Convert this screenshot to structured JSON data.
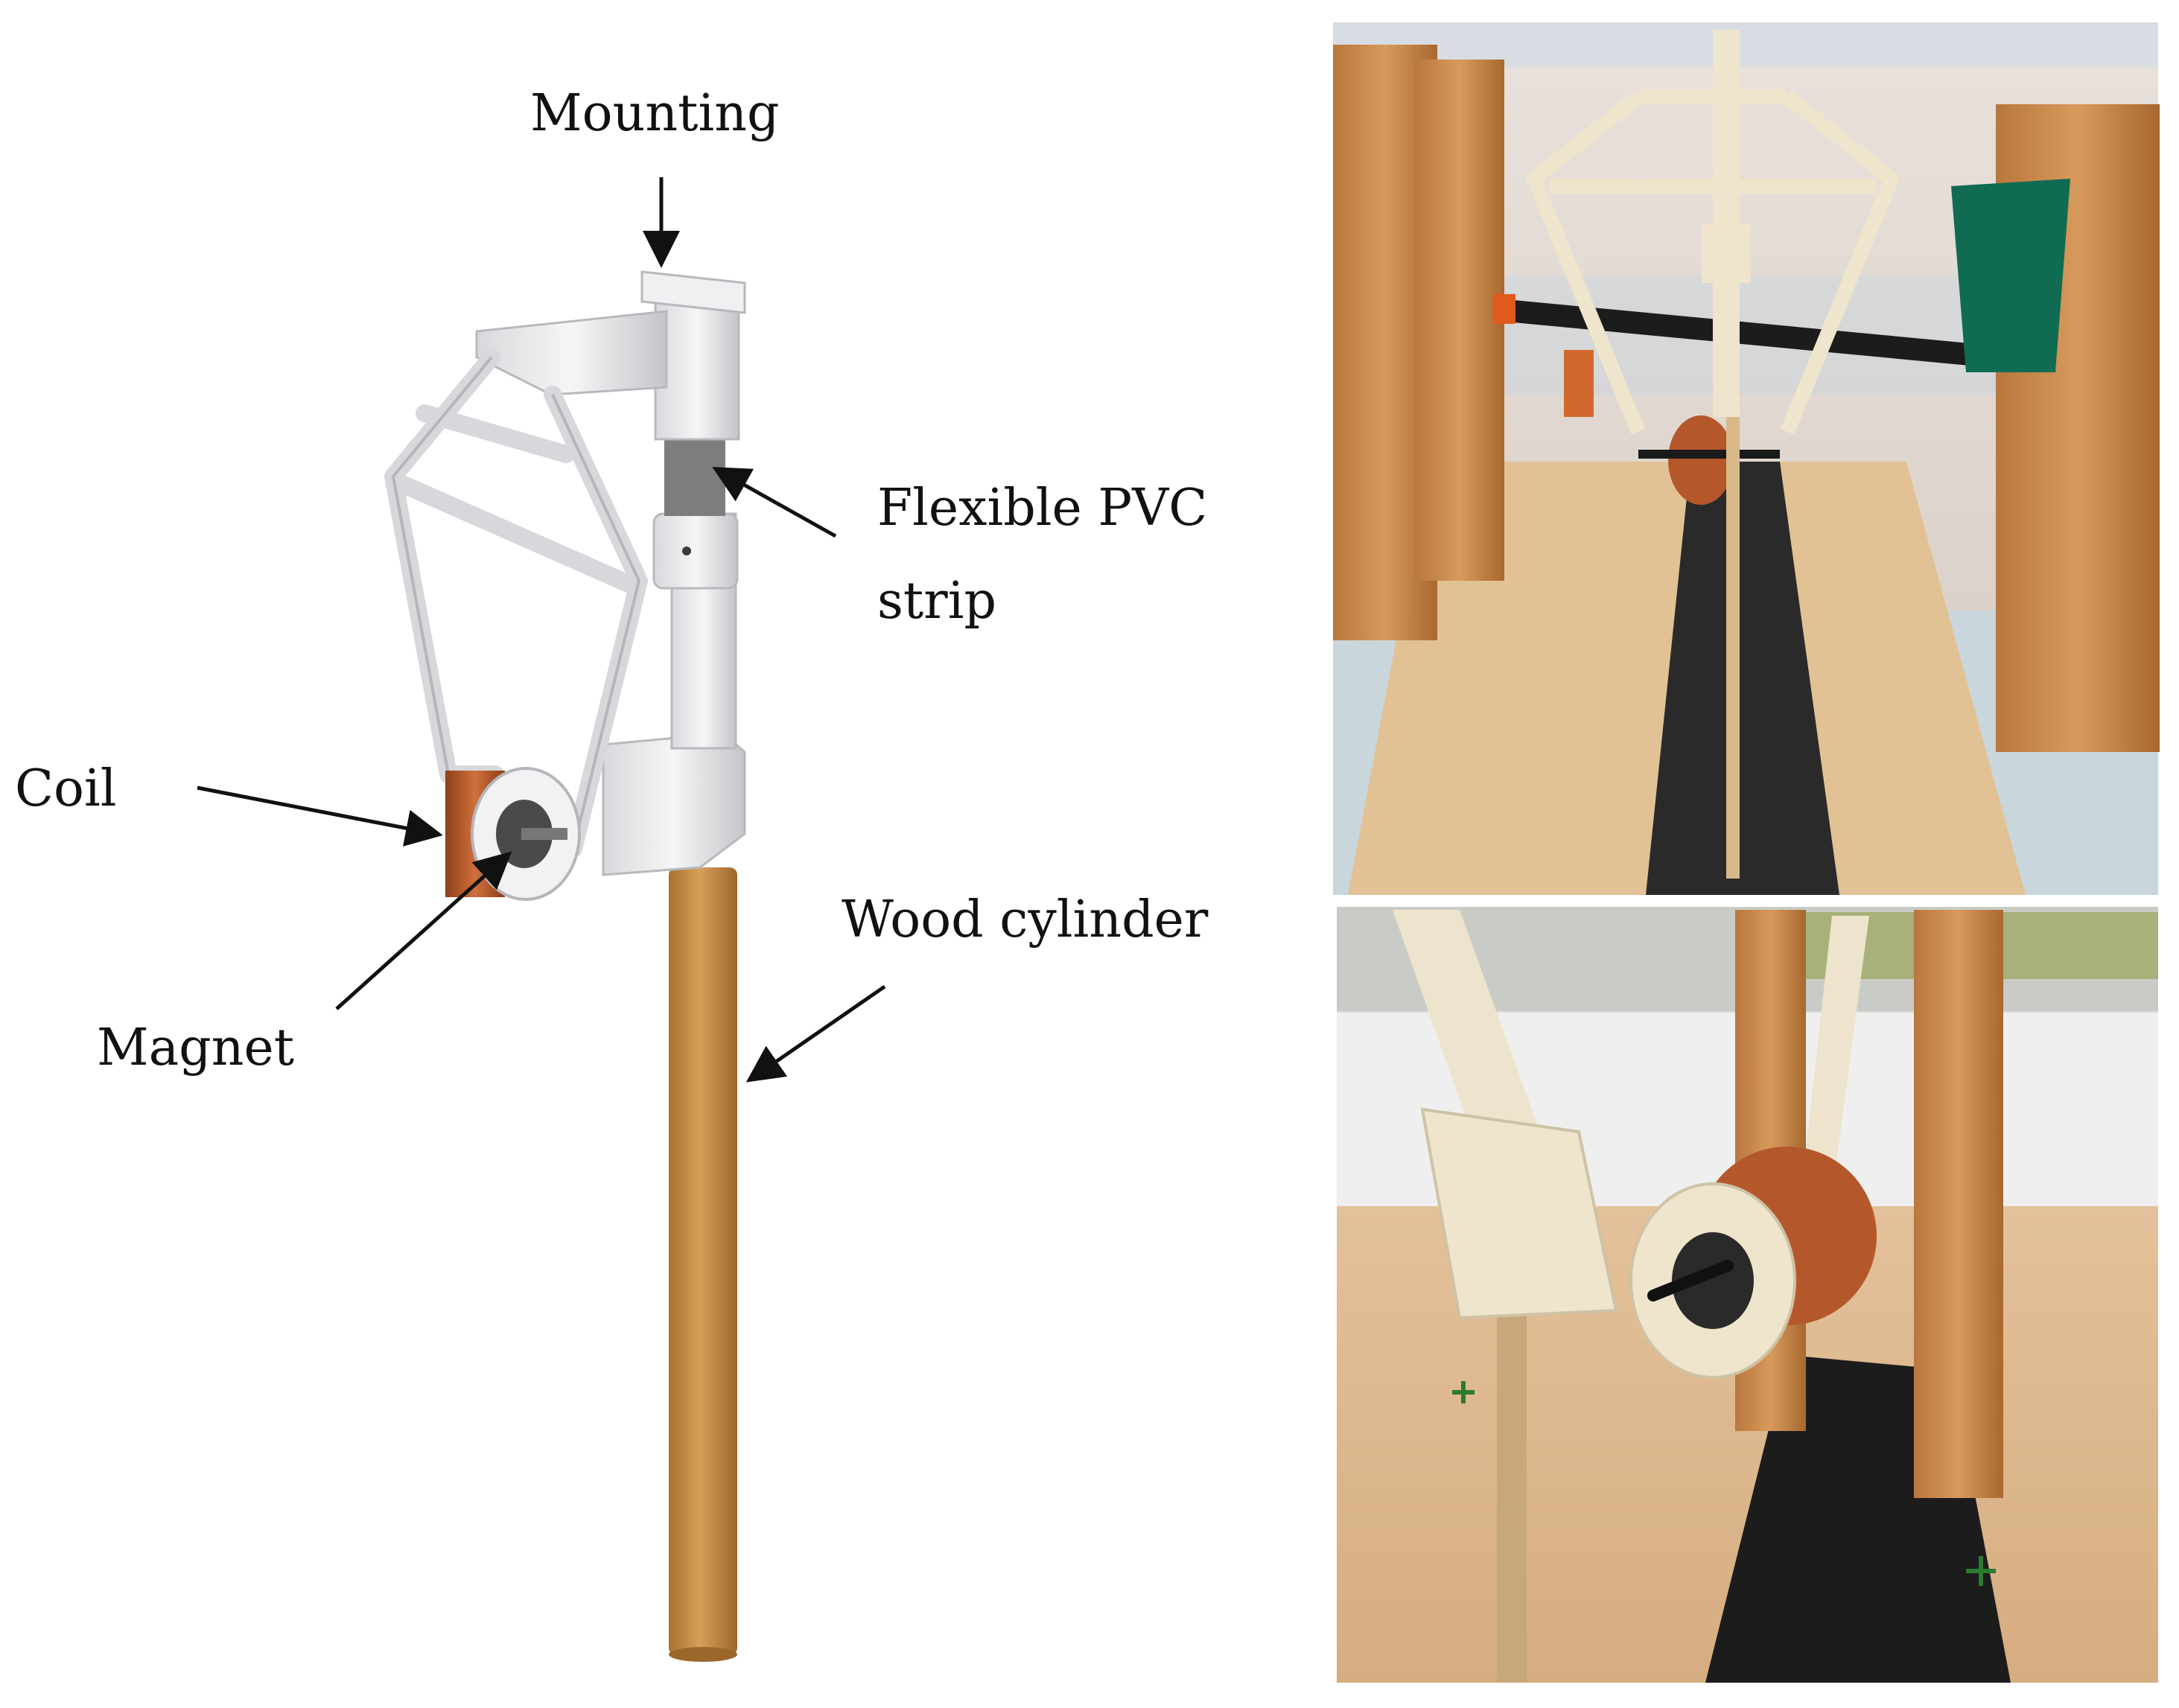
{
  "labels": {
    "mounting": "Mounting",
    "pvc_line1": "Flexible PVC",
    "pvc_line2": "strip",
    "coil": "Coil",
    "magnet": "Magnet",
    "wood": "Wood cylinder"
  },
  "colors": {
    "background": "#ffffff",
    "plastic": "#f1f1f3",
    "plastic_shade": "#c9cace",
    "wood": "#c9924a",
    "wood_dark": "#a6712f",
    "copper": "#b4582c",
    "pvc_strip": "#7d7d7d",
    "arrow": "#111111"
  }
}
